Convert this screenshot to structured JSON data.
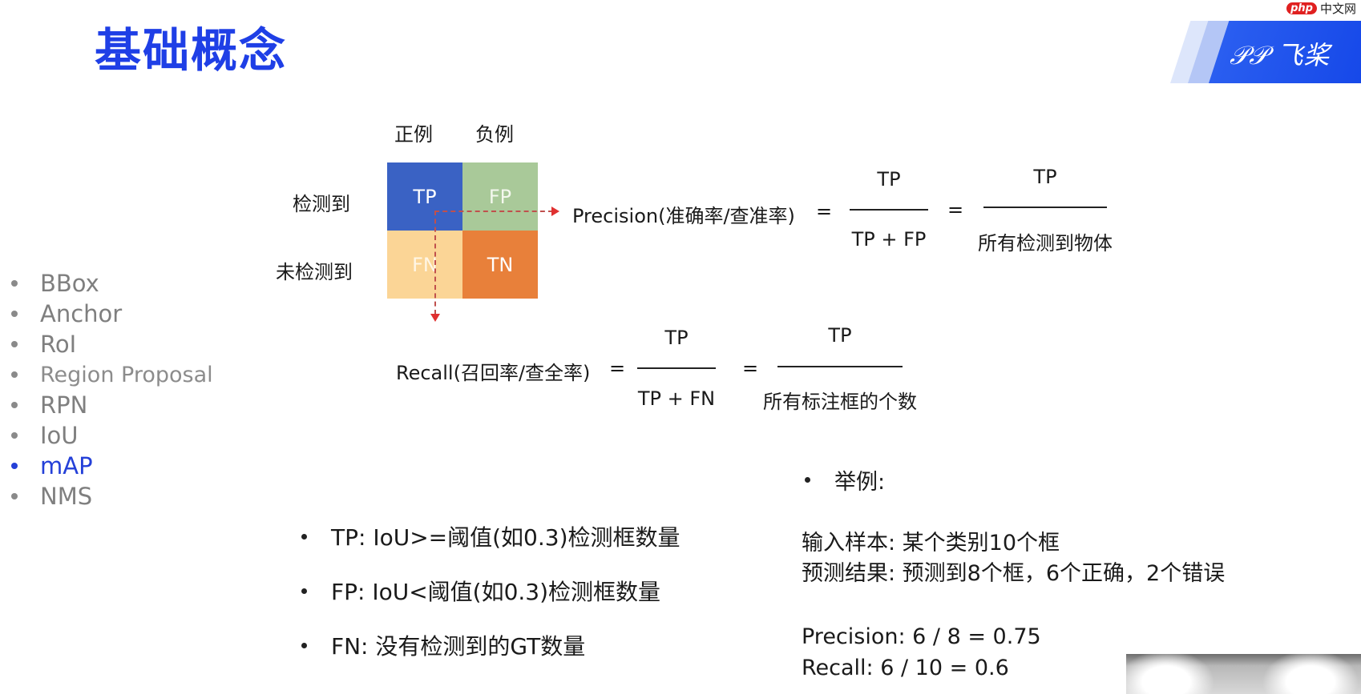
{
  "slide": {
    "title": "基础概念",
    "brand": {
      "logo_text": "𝒫𝒫 飞桨",
      "accent": "#1f3fe6"
    },
    "watermark": {
      "badge": "php",
      "text": "中文网"
    }
  },
  "sidebar": {
    "items": [
      {
        "label": "BBox",
        "active": false
      },
      {
        "label": "Anchor",
        "active": false
      },
      {
        "label": "RoI",
        "active": false
      },
      {
        "label": "Region Proposal",
        "active": false
      },
      {
        "label": "RPN",
        "active": false
      },
      {
        "label": "IoU",
        "active": false
      },
      {
        "label": "mAP",
        "active": true
      },
      {
        "label": "NMS",
        "active": false
      }
    ]
  },
  "matrix": {
    "col_labels": [
      "正例",
      "负例"
    ],
    "row_labels": [
      "检测到",
      "未检测到"
    ],
    "cells": [
      {
        "label": "TP",
        "color": "#3a62c4"
      },
      {
        "label": "FP",
        "color": "#a9c999"
      },
      {
        "label": "FN",
        "color": "#fbd596"
      },
      {
        "label": "TN",
        "color": "#e8803a"
      }
    ]
  },
  "precision": {
    "label": "Precision(准确率/查准率)",
    "eq": "=",
    "frac1": {
      "num": "TP",
      "den": "TP + FP"
    },
    "frac2": {
      "num": "TP",
      "den": "所有检测到物体"
    }
  },
  "recall": {
    "label": "Recall(召回率/查全率)",
    "eq": "=",
    "frac1": {
      "num": "TP",
      "den": "TP + FN"
    },
    "frac2": {
      "num": "TP",
      "den": "所有标注框的个数"
    }
  },
  "definitions": [
    "TP:  IoU>=阈值(如0.3)检测框数量",
    "FP:  IoU<阈值(如0.3)检测框数量",
    "FN:  没有检测到的GT数量"
  ],
  "example": {
    "heading": "举例:",
    "input": "输入样本:  某个类别10个框",
    "prediction": "预测结果:  预测到8个框，6个正确，2个错误",
    "precision": "Precision: 6 / 8 = 0.75",
    "recall": "Recall: 6 / 10 = 0.6"
  }
}
